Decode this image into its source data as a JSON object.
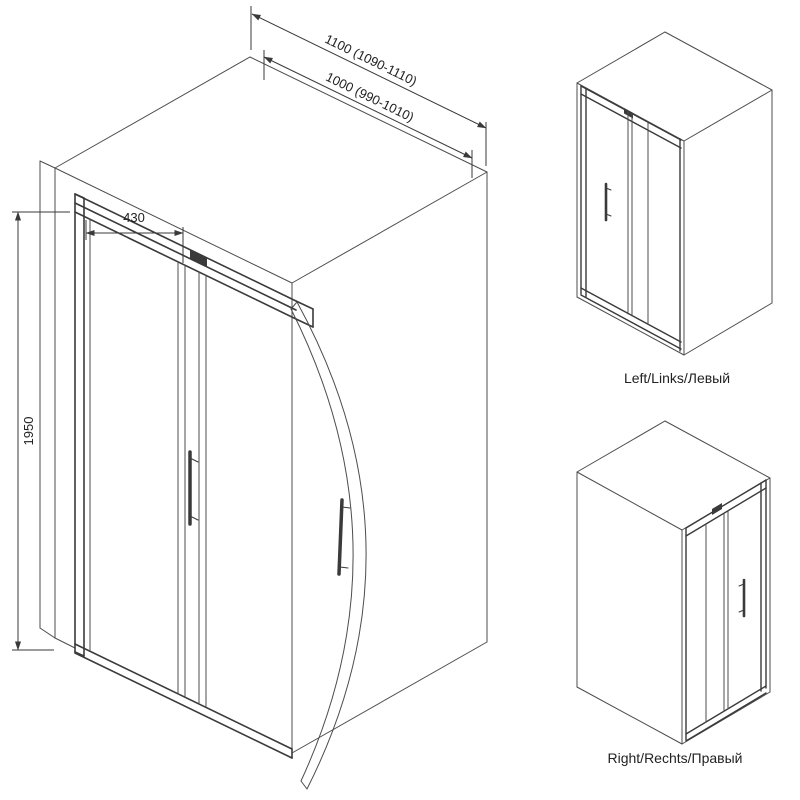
{
  "colors": {
    "line": "#4d4d4d",
    "frame": "#3a3a3a",
    "text": "#222222",
    "background": "#ffffff"
  },
  "main_drawing": {
    "description": "isometric technical drawing of sliding shower door enclosure",
    "dimensions": {
      "outer_width": "1100 (1090-1110)",
      "inner_width": "1000 (990-1010)",
      "door_panel_width": "430",
      "height": "1950"
    }
  },
  "variants": [
    {
      "id": "left",
      "caption": "Left/Links/Левый"
    },
    {
      "id": "right",
      "caption": "Right/Rechts/Правый"
    }
  ]
}
